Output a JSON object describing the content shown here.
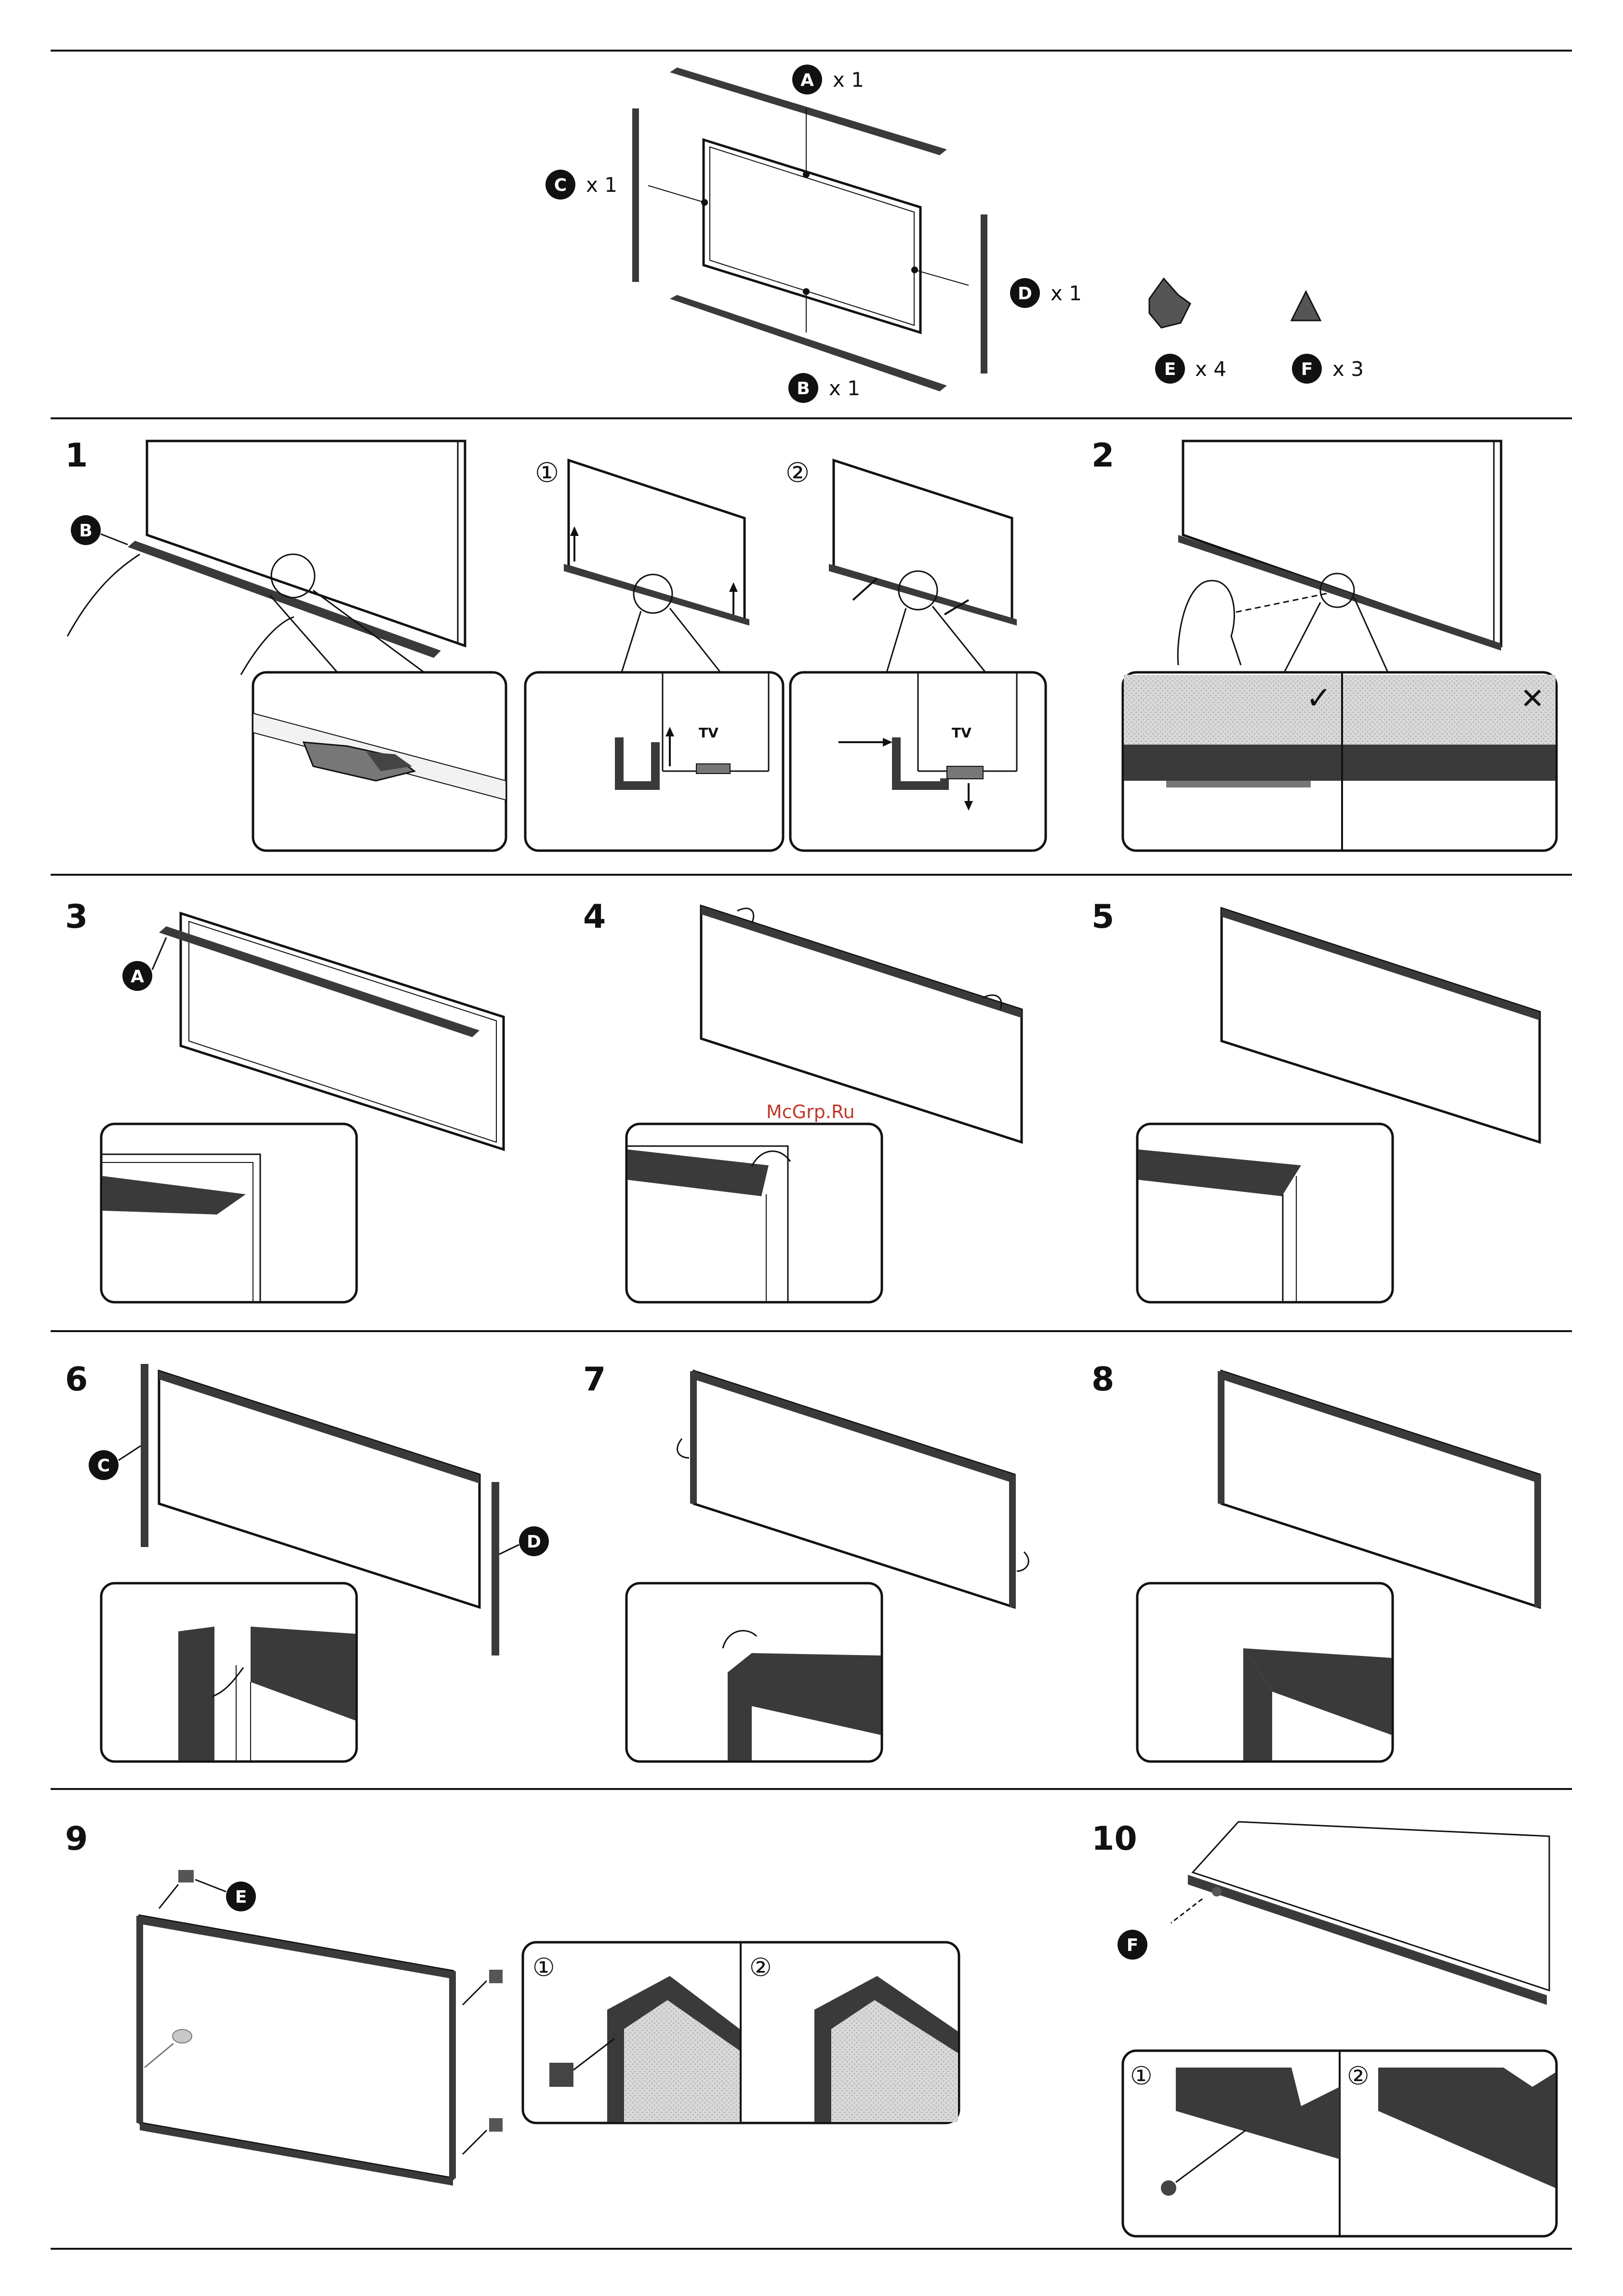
{
  "parts": {
    "A": {
      "letter": "A",
      "qty": "x 1"
    },
    "B": {
      "letter": "B",
      "qty": "x 1"
    },
    "C": {
      "letter": "C",
      "qty": "x 1"
    },
    "D": {
      "letter": "D",
      "qty": "x 1"
    },
    "E": {
      "letter": "E",
      "qty": "x 4"
    },
    "F": {
      "letter": "F",
      "qty": "x 3"
    }
  },
  "steps": {
    "s1": "1",
    "s2": "2",
    "s3": "3",
    "s4": "4",
    "s5": "5",
    "s6": "6",
    "s7": "7",
    "s8": "8",
    "s9": "9",
    "s10": "10"
  },
  "sub": {
    "one": "①",
    "two": "②"
  },
  "labels": {
    "tv": "TV",
    "check": "✓",
    "cross": "✕"
  },
  "callouts": {
    "A": "A",
    "B": "B",
    "C": "C",
    "D": "D",
    "E": "E",
    "F": "F"
  },
  "watermark": "McGrp.Ru",
  "colors": {
    "ink": "#111111",
    "bar": "#3a3a3a",
    "gray": "#bdbdbd"
  }
}
